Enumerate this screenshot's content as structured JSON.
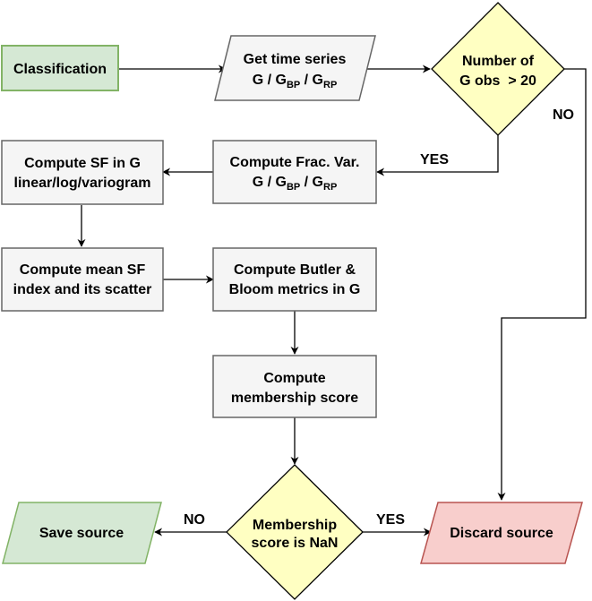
{
  "colors": {
    "start_fill": "#d5e8d4",
    "start_stroke": "#82b366",
    "process_fill": "#f5f5f5",
    "process_stroke": "#666666",
    "decision_fill": "#ffffc2",
    "decision_stroke": "#000000",
    "discard_fill": "#f8cecc",
    "discard_stroke": "#b85450",
    "edge": "#000000"
  },
  "nodes": {
    "classification": {
      "label": "Classification"
    },
    "get_time_series": {
      "line1": "Get time series",
      "g": "G / G",
      "bp": "BP",
      "slash": " / G",
      "rp": "RP"
    },
    "number_obs": {
      "line1": "Number of",
      "line2": "G obs  > 20"
    },
    "frac_var": {
      "line1": "Compute Frac. Var.",
      "g": "G / G",
      "bp": "BP",
      "slash": " / G",
      "rp": "RP"
    },
    "compute_sf": {
      "line1": "Compute SF in G",
      "line2": "linear/log/variogram"
    },
    "mean_sf": {
      "line1": "Compute mean SF",
      "line2": "index and its scatter"
    },
    "butler_bloom": {
      "line1": "Compute Butler &",
      "line2": "Bloom metrics in G"
    },
    "membership_score": {
      "line1": "Compute",
      "line2": "membership score"
    },
    "membership_nan": {
      "line1": "Membership",
      "line2": "score is NaN"
    },
    "save_source": {
      "label": "Save source"
    },
    "discard_source": {
      "label": "Discard source"
    }
  },
  "edges": {
    "no_obs": "NO",
    "yes_obs": "YES",
    "no_nan": "NO",
    "yes_nan": "YES"
  }
}
